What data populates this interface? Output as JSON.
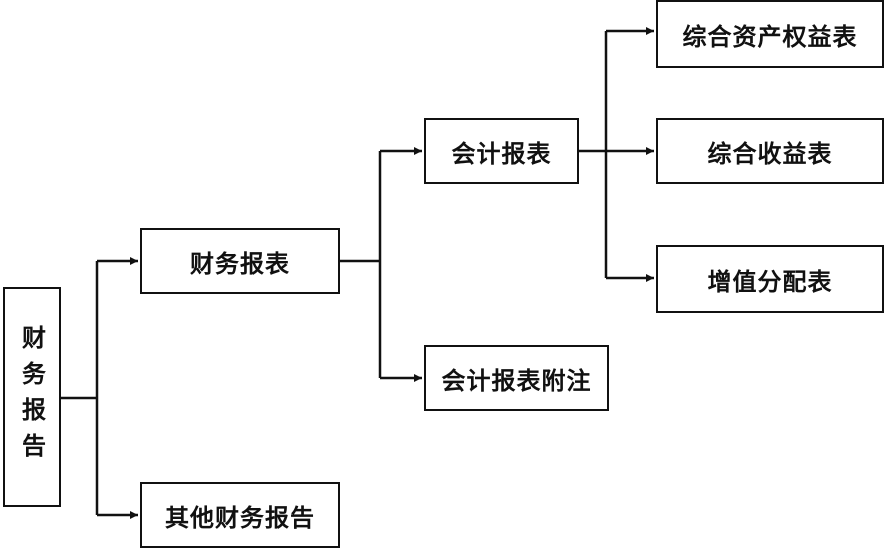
{
  "diagram": {
    "root": {
      "label": "财务报告"
    },
    "financial_statements": {
      "label": "财务报表"
    },
    "other_reports": {
      "label": "其他财务报告"
    },
    "accounting_statements": {
      "label": "会计报表"
    },
    "notes": {
      "label": "会计报表附注"
    },
    "equity_statement": {
      "label": "综合资产权益表"
    },
    "income_statement": {
      "label": "综合收益表"
    },
    "value_added_statement": {
      "label": "增值分配表"
    }
  },
  "colors": {
    "line": "#111111",
    "box_border": "#111111",
    "text": "#111111"
  }
}
